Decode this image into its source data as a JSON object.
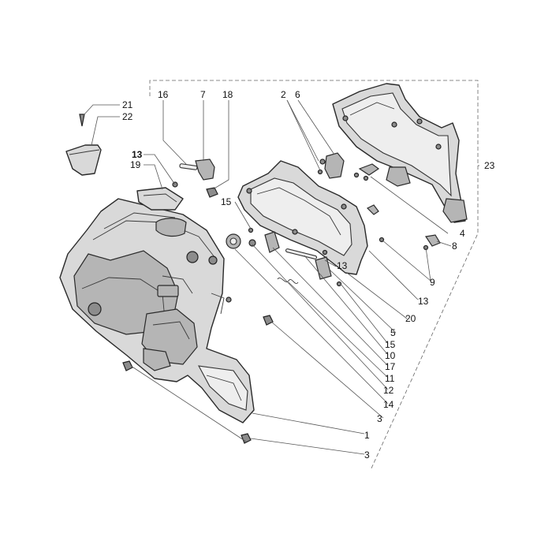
{
  "callouts": {
    "c1": "1",
    "c2": "2",
    "c3a": "3",
    "c3b": "3",
    "c4": "4",
    "c5": "5",
    "c6": "6",
    "c7": "7",
    "c8": "8",
    "c9": "9",
    "c10": "10",
    "c11": "11",
    "c12": "12",
    "c13a": "13",
    "c13b": "13",
    "c13c": "13",
    "c14": "14",
    "c15a": "15",
    "c15b": "15",
    "c16": "16",
    "c17": "17",
    "c18": "18",
    "c19": "19",
    "c20": "20",
    "c21": "21",
    "c22": "22",
    "c23": "23"
  }
}
